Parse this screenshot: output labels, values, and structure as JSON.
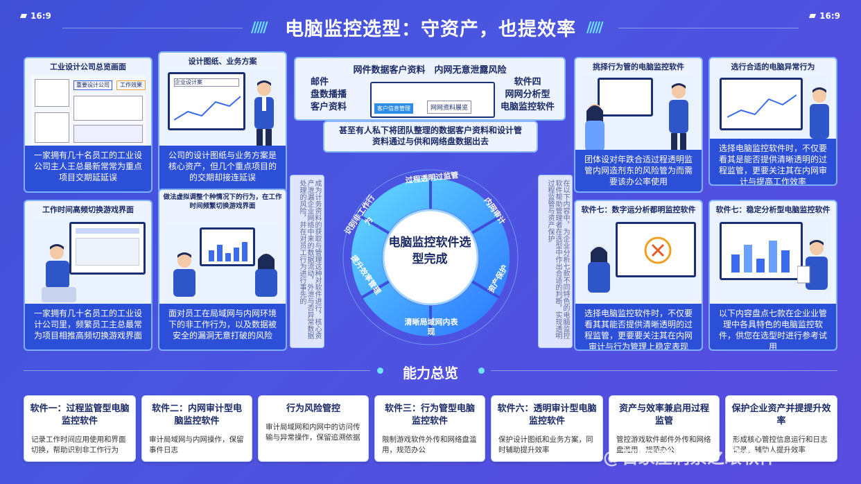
{
  "header": {
    "aspect_left": "16:9",
    "aspect_right": "16:9",
    "title": "电脑监控选型：守资产，也提效率"
  },
  "cards": {
    "c1": {
      "title": "工业设计公司总览画面",
      "tags": [
        "重要设计公司",
        "工作效果"
      ],
      "caption": "一家拥有几十名员工的工业设公司主人王总最新常常为重点项目交期延延误"
    },
    "c2": {
      "title": "设计图纸、业务方案",
      "screen_label": "企业设计案",
      "caption": "公司的设计图纸与业务方案是核心资产，但几个重点项目的的交期却接连延误"
    },
    "c4": {
      "title": "挑择行为管的电脑监控软件",
      "caption": "团体设对年跌合适过程透明监管内网造剂东的风险管为而需要该办公率使用"
    },
    "c5": {
      "title": "选行合适的电脑异常行为",
      "caption": "选择电脑监控软件时，不仅要看其是能否提供清晰透明的过程监管，更要关注其在内网审计与提高工作效率"
    },
    "c6": {
      "title": "工作时间高频切换游戏界面",
      "caption": "一家拥有几十名员工的工业设计公司里，频繁员工主总最常为项目相推高频切换游戏界面"
    },
    "c7": {
      "title": "做法虚拟调整个种情况下的行为，在工作时间频繁切换游戏界面",
      "caption": "面对员工在局域网与内网环境下的非工作行为，以及数据被安全的漏洞无意打破的风险"
    },
    "c8": {
      "title": "软件七：数字运分析都明监控软件",
      "caption": "选择电脑监控软件时，不仅要看其其能否提供清晰透明的过程监管，更要要关注其在内网审计与行为管理上稳定表现"
    },
    "c9": {
      "title": "软件七：稳定分析型电脑监控软件",
      "caption": "以下内容盘点七款在企业业管理中各具特色的电脑监控软件，供您在选型时进行参考试用"
    }
  },
  "top_center": {
    "banner": "网件数据客户资料　内网无意泄露风险",
    "left_items": [
      "邮件",
      "盘数播播",
      "客户资料"
    ],
    "right_items": [
      "软件四",
      "网网分析型",
      "电脑监控软件"
    ],
    "screen_tags": [
      "客户信息管理",
      "网网资料展览"
    ],
    "caption": "甚至有人私下将团队整理的数据客户资料和设计管资料通过与供和网络盘数据出去"
  },
  "vertical_texts": {
    "left": "成为计务资料的获取与管理这种对软件进行，核心资产泄漏企业网络中来的数据流动，外泄与否异常数据处理的风险，并在对员工行为进行事先的",
    "right": "在以下内容中，为企业分析七款不同特色的电脑监控软件帮助管理者在选型中作出合适的判断，实现透明过程监管与资产保护"
  },
  "ring": {
    "center": "电脑监控软件选型完成",
    "segments": [
      "过程透明过监管",
      "内网审计",
      "资产保护",
      "清晰局域网内表现",
      "提升效率管理",
      "识别非工作行为"
    ]
  },
  "section": {
    "title": "能力总览"
  },
  "features": [
    {
      "title": "软件一：过程监管型电脑监控软件",
      "desc": "记录工作时间应用使用和界面切换，帮助识别非工作行为"
    },
    {
      "title": "软件二：内网审计型电脑监控软件",
      "desc": "审计局域网与内网操作，保留事件日志"
    },
    {
      "title": "行为风险管控",
      "desc": "审计局域网和内网中的访问传输与异常操作，保留追溯依据"
    },
    {
      "title": "软件三：行为管型电脑监控软件",
      "desc": "限制游戏软件外传和网络盘滥用，规范办公"
    },
    {
      "title": "软件六：透明审计型电脑监控软件",
      "desc": "保护设计图纸和业务方案，同时辅助提升效率"
    },
    {
      "title": "资产与效率兼启用过程监管",
      "desc": "管控游戏软件邮件外传和网络盘滥用，规范办公"
    },
    {
      "title": "保护企业资产并提提升效率",
      "desc": "形成核心管控信息运行和日志记录，辅助人提升效率"
    }
  ],
  "watermark": "@石家庄洞察之眼软件",
  "colors": {
    "bg": "#4a55e0",
    "card_border": "#7fb0ff",
    "caption_bg": "#2c4fd8",
    "ring": "#3fb6ff",
    "accent": "#6ee3ff"
  }
}
